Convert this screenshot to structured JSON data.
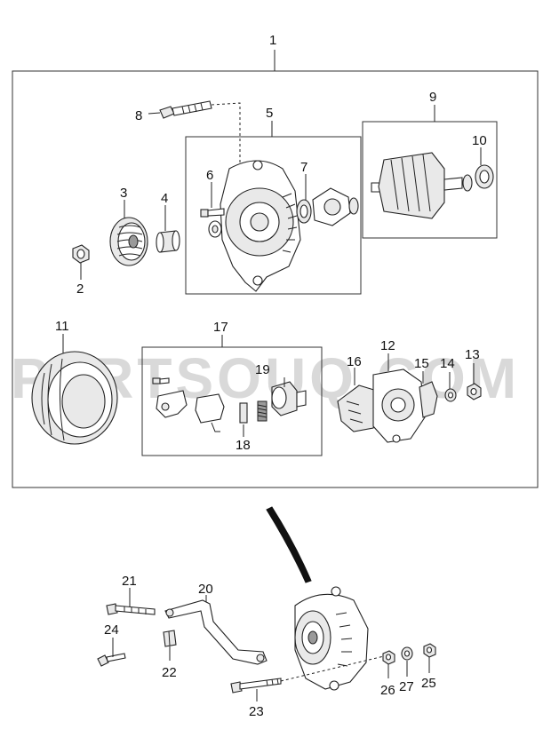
{
  "watermark": "PARTSOUQ.COM",
  "callouts": {
    "c1": "1",
    "c2": "2",
    "c3": "3",
    "c4": "4",
    "c5": "5",
    "c6": "6",
    "c7": "7",
    "c8": "8",
    "c9": "9",
    "c10": "10",
    "c11": "11",
    "c12": "12",
    "c13": "13",
    "c14": "14",
    "c15": "15",
    "c16": "16",
    "c17": "17",
    "c18": "18",
    "c19": "19",
    "c20": "20",
    "c21": "21",
    "c22": "22",
    "c23": "23",
    "c24": "24",
    "c25": "25",
    "c26": "26",
    "c27": "27"
  }
}
